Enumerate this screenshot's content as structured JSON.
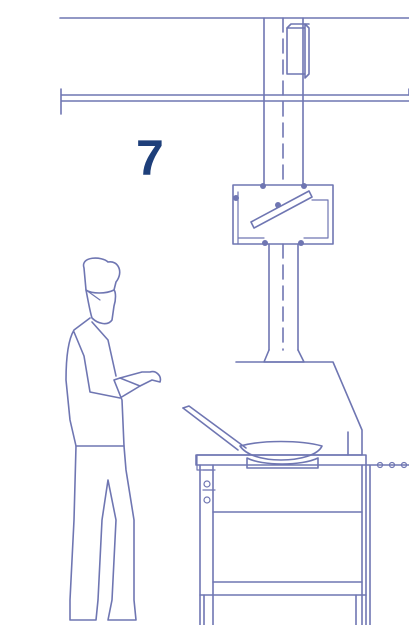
{
  "step_number": "7",
  "colors": {
    "line": "#6f76b2",
    "number": "#1e3f7a",
    "background": "#ffffff"
  },
  "illustration": {
    "subjects": [
      "chef",
      "cooking-range",
      "frying-pan",
      "exhaust-hood",
      "duct-damper",
      "ceiling-beam"
    ]
  }
}
